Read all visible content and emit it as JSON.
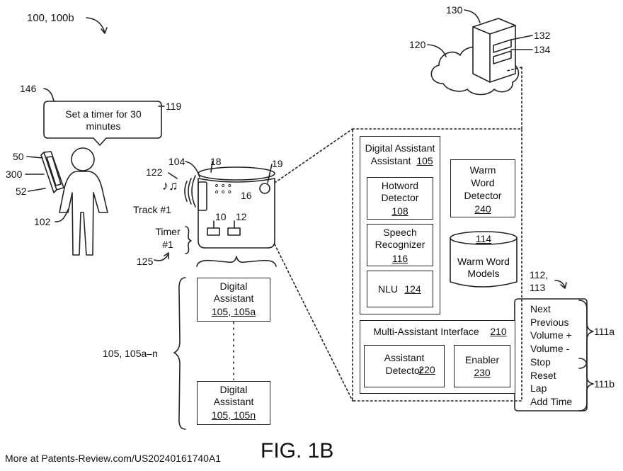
{
  "figure": {
    "top_ref": "100, 100b",
    "caption": "FIG. 1B",
    "footer": "More at Patents-Review.com/US20240161740A1"
  },
  "user": {
    "ref_user": "102",
    "ref_device_a": "50",
    "ref_device_b": "300",
    "ref_device_c": "52",
    "bubble_ref": "146",
    "bubble_text": "Set a timer for 30 minutes",
    "utterance_ref": "119"
  },
  "speaker": {
    "ref_device": "104",
    "ref_top": "18",
    "ref_side": "19",
    "ref_mic": "16",
    "ref_btn1": "10",
    "ref_btn2": "12",
    "audio_ref": "122",
    "track_label": "Track #1",
    "timer_label": "Timer #1",
    "state_ref": "125"
  },
  "assistants": {
    "group_ref": "105, 105a–n",
    "box_a_title": "Digital Assistant",
    "box_a_ref": "105, 105a",
    "box_n_title": "Digital Assistant",
    "box_n_ref": "105, 105n"
  },
  "cloud": {
    "ref_cloud": "120",
    "ref_server": "130",
    "ref_data1": "132",
    "ref_data2": "134"
  },
  "system": {
    "da_title": "Digital Assistant",
    "da_ref": "105",
    "hotword_label": "Hotword Detector",
    "hotword_ref": "108",
    "speech_label": "Speech Recognizer",
    "speech_ref": "116",
    "nlu_label": "NLU",
    "nlu_ref": "124",
    "ww_detector_label": "Warm Word Detector",
    "ww_detector_ref": "240",
    "ww_models_ref": "114",
    "ww_models_label": "Warm Word Models",
    "mai_label": "Multi-Assistant Interface",
    "mai_ref": "210",
    "asst_det_label": "Assistant Detector",
    "asst_det_ref": "220",
    "enabler_label": "Enabler",
    "enabler_ref": "230"
  },
  "warm_words": {
    "ref_group": "112,",
    "ref_group2": "113",
    "set_a_ref": "111a",
    "set_b_ref": "111b",
    "items": [
      "Next",
      "Previous",
      "Volume +",
      "Volume -",
      "Stop",
      "Reset",
      "Lap",
      "Add Time"
    ]
  }
}
